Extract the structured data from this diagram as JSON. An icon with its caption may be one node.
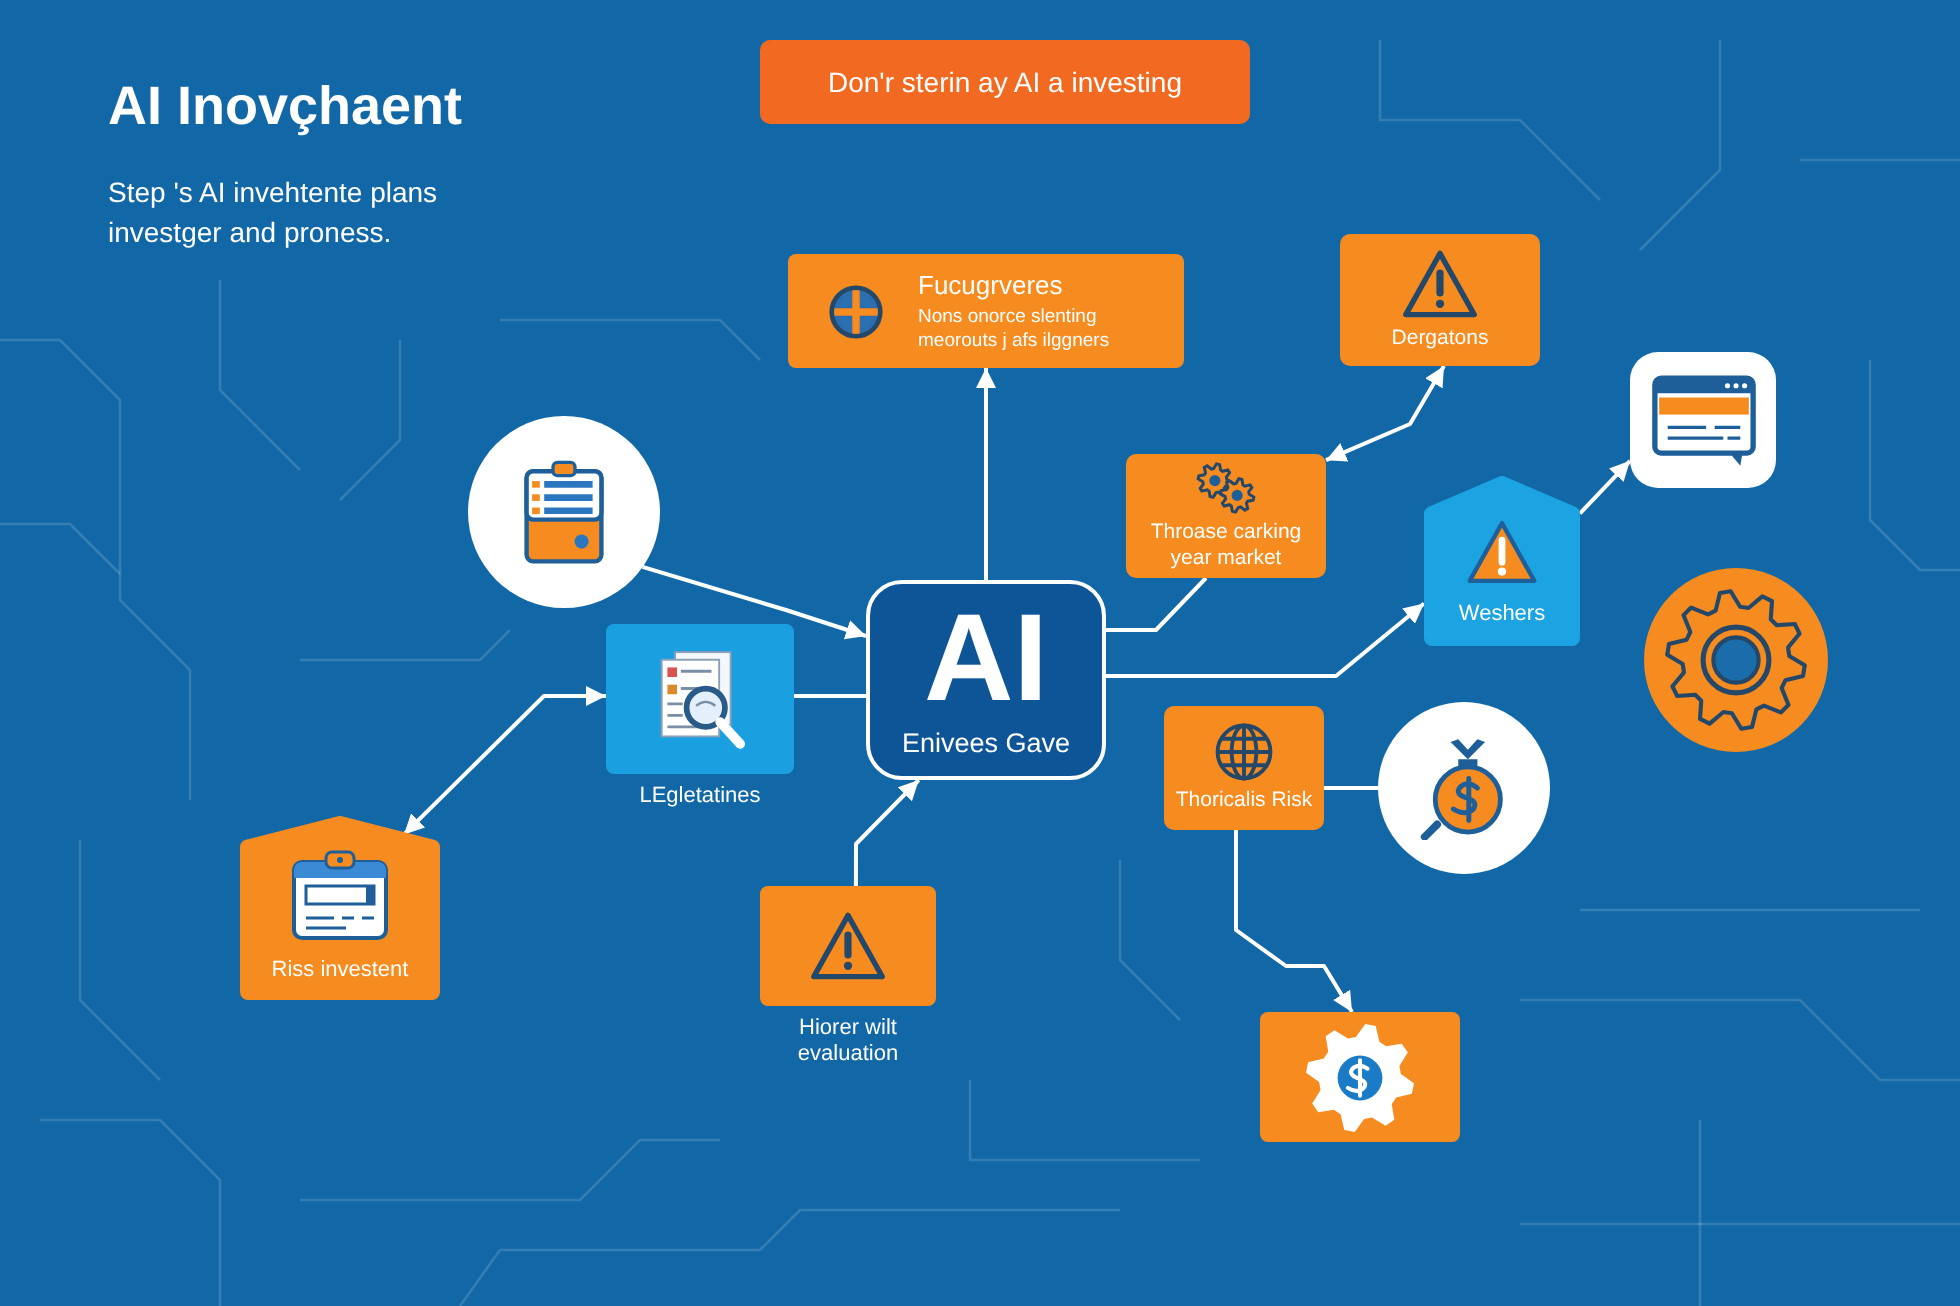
{
  "diagram": {
    "title": "AI Inovçhaent",
    "nodes": [
      {
        "text": [
          "Don'r sterin ay AI a investing"
        ]
      },
      {
        "text": [
          "Fucugrveres",
          "Nons onorce slenting meorouts j afs ilggners"
        ]
      },
      {
        "text": [
          "Dergatons"
        ]
      },
      {
        "text": [],
        "shape": "circle"
      },
      {
        "text": [],
        "shape": "box"
      },
      {
        "text": [
          "Throase carking year market"
        ]
      },
      {
        "text": [
          "LEgletatines"
        ]
      },
      {
        "text": [
          "AI",
          "Enivees Gave"
        ]
      },
      {
        "text": [
          "Weshers"
        ]
      },
      {
        "text": [],
        "shape": "circle"
      },
      {
        "text": [
          "Riss investent"
        ]
      },
      {
        "text": [
          "Thoricalis Risk"
        ]
      },
      {
        "text": [],
        "shape": "circle"
      },
      {
        "text": [
          "Hiorer wilt evaluation"
        ]
      },
      {
        "text": [],
        "shape": "box"
      }
    ],
    "edges": [
      {
        "from": 7,
        "to": 1,
        "arrow": "to"
      },
      {
        "from": 3,
        "to": 7,
        "arrow": "to"
      },
      {
        "from": 6,
        "to": 7,
        "arrow": "none"
      },
      {
        "from": 10,
        "to": 6,
        "arrow": "both"
      },
      {
        "from": 13,
        "to": 7,
        "arrow": "to"
      },
      {
        "from": 7,
        "to": 5,
        "arrow": "none"
      },
      {
        "from": 5,
        "to": 2,
        "arrow": "both"
      },
      {
        "from": 7,
        "to": 8,
        "arrow": "to"
      },
      {
        "from": 8,
        "to": 4,
        "arrow": "to"
      },
      {
        "from": 11,
        "to": 12,
        "arrow": "none"
      },
      {
        "from": 11,
        "to": 14,
        "arrow": "to"
      }
    ],
    "labels": [
      "Step 's AI invehtente plans investger and proness."
    ]
  }
}
